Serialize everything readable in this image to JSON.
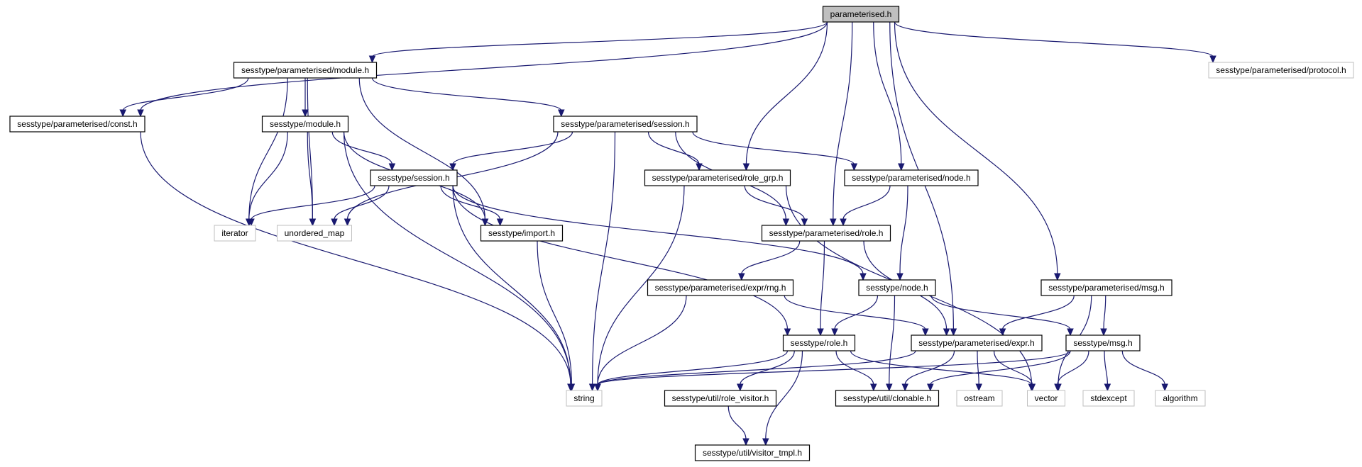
{
  "colors": {
    "edge": "#191970",
    "root_fill": "#bfbfbf",
    "node_border": "#000000",
    "external_border": "#bfbfbf"
  },
  "nodes": [
    {
      "id": "root",
      "label": "parameterised.h",
      "kind": "root"
    },
    {
      "id": "pmodule",
      "label": "sesstype/parameterised/module.h",
      "kind": "file"
    },
    {
      "id": "protocol",
      "label": "sesstype/parameterised/protocol.h",
      "kind": "external"
    },
    {
      "id": "const",
      "label": "sesstype/parameterised/const.h",
      "kind": "file"
    },
    {
      "id": "module",
      "label": "sesstype/module.h",
      "kind": "file"
    },
    {
      "id": "psession",
      "label": "sesstype/parameterised/session.h",
      "kind": "file"
    },
    {
      "id": "session",
      "label": "sesstype/session.h",
      "kind": "file"
    },
    {
      "id": "rolegrp",
      "label": "sesstype/parameterised/role_grp.h",
      "kind": "file"
    },
    {
      "id": "pnode",
      "label": "sesstype/parameterised/node.h",
      "kind": "file"
    },
    {
      "id": "iterator",
      "label": "iterator",
      "kind": "external"
    },
    {
      "id": "umap",
      "label": "unordered_map",
      "kind": "external"
    },
    {
      "id": "import",
      "label": "sesstype/import.h",
      "kind": "file"
    },
    {
      "id": "prole",
      "label": "sesstype/parameterised/role.h",
      "kind": "file"
    },
    {
      "id": "exprrng",
      "label": "sesstype/parameterised/expr/rng.h",
      "kind": "file"
    },
    {
      "id": "node",
      "label": "sesstype/node.h",
      "kind": "file"
    },
    {
      "id": "pmsg",
      "label": "sesstype/parameterised/msg.h",
      "kind": "file"
    },
    {
      "id": "role",
      "label": "sesstype/role.h",
      "kind": "file"
    },
    {
      "id": "pexpr",
      "label": "sesstype/parameterised/expr.h",
      "kind": "file"
    },
    {
      "id": "msg",
      "label": "sesstype/msg.h",
      "kind": "file"
    },
    {
      "id": "string",
      "label": "string",
      "kind": "external"
    },
    {
      "id": "rolevisitor",
      "label": "sesstype/util/role_visitor.h",
      "kind": "file"
    },
    {
      "id": "clonable",
      "label": "sesstype/util/clonable.h",
      "kind": "file"
    },
    {
      "id": "ostream",
      "label": "ostream",
      "kind": "external"
    },
    {
      "id": "vector",
      "label": "vector",
      "kind": "external"
    },
    {
      "id": "stdexcept",
      "label": "stdexcept",
      "kind": "external"
    },
    {
      "id": "algorithm",
      "label": "algorithm",
      "kind": "external"
    },
    {
      "id": "visitortmpl",
      "label": "sesstype/util/visitor_tmpl.h",
      "kind": "file"
    }
  ],
  "edges": [
    [
      "root",
      "pmodule"
    ],
    [
      "root",
      "const"
    ],
    [
      "root",
      "protocol"
    ],
    [
      "root",
      "rolegrp"
    ],
    [
      "root",
      "pnode"
    ],
    [
      "root",
      "prole"
    ],
    [
      "root",
      "pexpr"
    ],
    [
      "root",
      "pmsg"
    ],
    [
      "pmodule",
      "const"
    ],
    [
      "pmodule",
      "module"
    ],
    [
      "pmodule",
      "psession"
    ],
    [
      "pmodule",
      "iterator"
    ],
    [
      "pmodule",
      "umap"
    ],
    [
      "pmodule",
      "import"
    ],
    [
      "const",
      "string"
    ],
    [
      "module",
      "session"
    ],
    [
      "module",
      "iterator"
    ],
    [
      "module",
      "umap"
    ],
    [
      "module",
      "import"
    ],
    [
      "module",
      "string"
    ],
    [
      "psession",
      "session"
    ],
    [
      "psession",
      "rolegrp"
    ],
    [
      "psession",
      "pnode"
    ],
    [
      "psession",
      "prole"
    ],
    [
      "psession",
      "umap"
    ],
    [
      "psession",
      "string"
    ],
    [
      "session",
      "iterator"
    ],
    [
      "session",
      "umap"
    ],
    [
      "session",
      "import"
    ],
    [
      "session",
      "string"
    ],
    [
      "session",
      "role"
    ],
    [
      "session",
      "node"
    ],
    [
      "rolegrp",
      "prole"
    ],
    [
      "rolegrp",
      "string"
    ],
    [
      "rolegrp",
      "vector"
    ],
    [
      "pnode",
      "prole"
    ],
    [
      "pnode",
      "node"
    ],
    [
      "import",
      "string"
    ],
    [
      "prole",
      "exprrng"
    ],
    [
      "prole",
      "role"
    ],
    [
      "prole",
      "pexpr"
    ],
    [
      "exprrng",
      "pexpr"
    ],
    [
      "exprrng",
      "string"
    ],
    [
      "node",
      "role"
    ],
    [
      "node",
      "msg"
    ],
    [
      "node",
      "clonable"
    ],
    [
      "pmsg",
      "pexpr"
    ],
    [
      "pmsg",
      "msg"
    ],
    [
      "pmsg",
      "vector"
    ],
    [
      "role",
      "string"
    ],
    [
      "role",
      "rolevisitor"
    ],
    [
      "role",
      "clonable"
    ],
    [
      "role",
      "vector"
    ],
    [
      "role",
      "visitortmpl"
    ],
    [
      "pexpr",
      "string"
    ],
    [
      "pexpr",
      "clonable"
    ],
    [
      "pexpr",
      "ostream"
    ],
    [
      "pexpr",
      "vector"
    ],
    [
      "msg",
      "string"
    ],
    [
      "msg",
      "clonable"
    ],
    [
      "msg",
      "vector"
    ],
    [
      "msg",
      "stdexcept"
    ],
    [
      "msg",
      "algorithm"
    ],
    [
      "rolevisitor",
      "visitortmpl"
    ]
  ]
}
